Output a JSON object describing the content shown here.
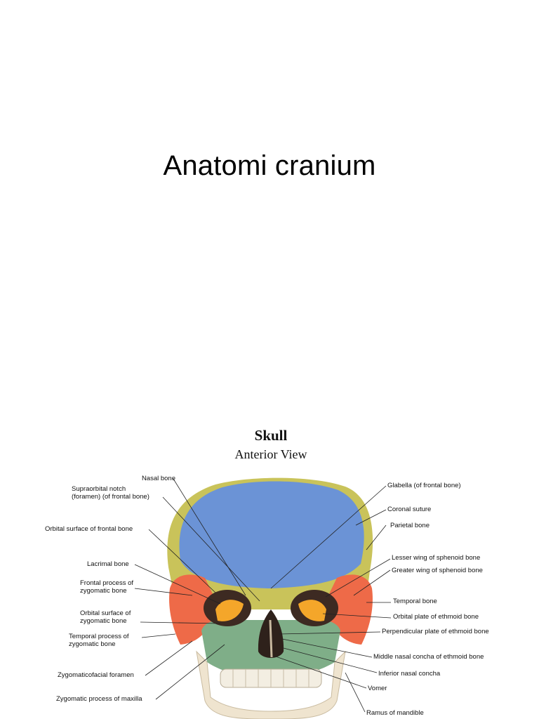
{
  "slide": {
    "title": "Anatomi cranium"
  },
  "figure": {
    "title": "Skull",
    "subtitle": "Anterior View",
    "colors": {
      "frontal": "#6b93d6",
      "parietal": "#c9c35a",
      "zygomatic": "#ee6a48",
      "maxilla": "#7fae88",
      "sphenoid": "#f4a62a",
      "teeth": "#f3eee2",
      "mandible": "#efe4cf"
    },
    "labels_left": [
      "Nasal bone",
      "Supraorbital notch\n(foramen) (of frontal bone)",
      "Orbital surface of frontal bone",
      "Lacrimal bone",
      "Frontal process of\nzygomatic bone",
      "Orbital surface of\nzygomatic bone",
      "Temporal process of\nzygomatic bone",
      "Zygomaticofacial foramen",
      "Zygomatic process of maxilla"
    ],
    "labels_right": [
      "Glabella (of frontal bone)",
      "Coronal suture",
      "Parietal bone",
      "Lesser wing of sphenoid bone",
      "Greater wing of sphenoid bone",
      "Temporal bone",
      "Orbital plate of ethmoid bone",
      "Perpendicular plate of ethmoid bone",
      "Middle nasal concha of ethmoid bone",
      "Inferior nasal concha",
      "Vomer",
      "Ramus of mandible"
    ]
  }
}
